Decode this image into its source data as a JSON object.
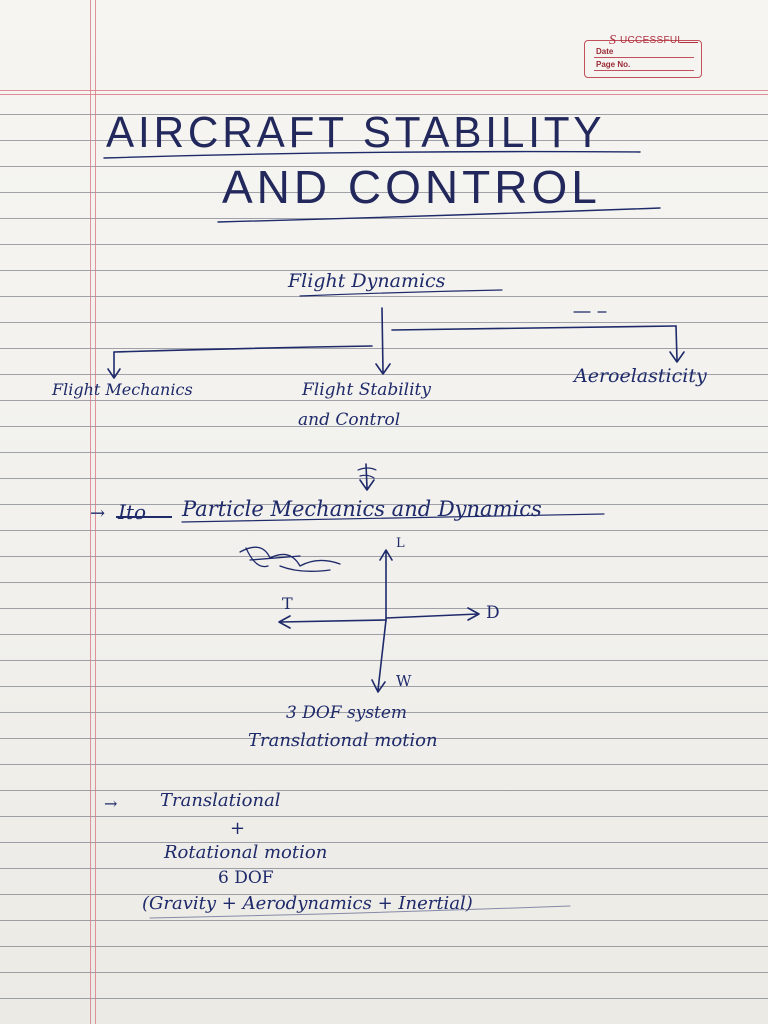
{
  "notebook": {
    "brand": "UCCESSFUL",
    "brand_mark": "S",
    "date_label": "Date",
    "page_label": "Page No."
  },
  "title": {
    "line1": "AIRCRAFT STABILITY",
    "line2": "AND CONTROL"
  },
  "tree": {
    "root": "Flight Dynamics",
    "left": "Flight Mechanics",
    "middle_line1": "Flight Stability",
    "middle_line2": "and Control",
    "right": "Aeroelasticity"
  },
  "particle": {
    "arrow": "→",
    "struck_word": "Ito",
    "text": "Particle Mechanics and Dynamics"
  },
  "fbd": {
    "lift": "L",
    "thrust": "T",
    "drag": "D",
    "weight": "W"
  },
  "translation": {
    "line1": "3 DOF system",
    "line2": "Translational motion"
  },
  "six_dof": {
    "arrow": "→",
    "line1": "Translational",
    "plus": "+",
    "line2": "Rotational motion",
    "line3": "6 DOF",
    "line4": "(Gravity + Aerodynamics + Inertial)"
  }
}
